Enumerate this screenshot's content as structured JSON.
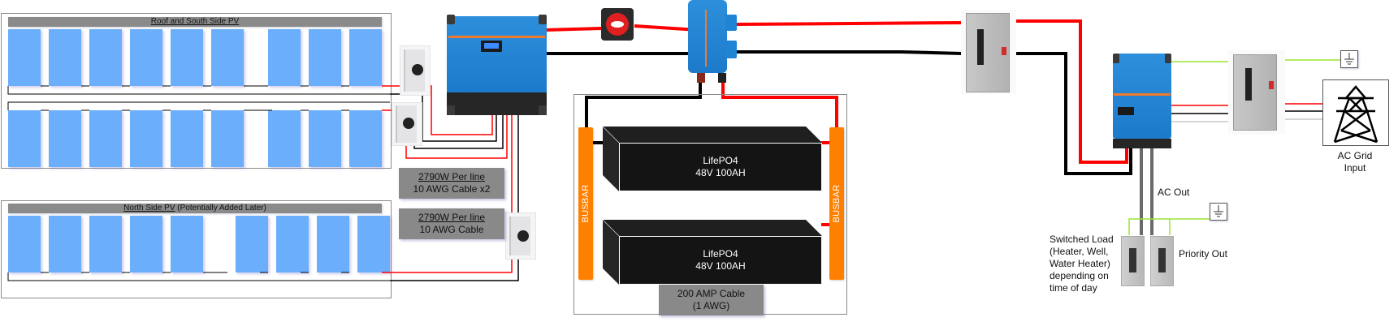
{
  "diagram": {
    "title": "Off-grid solar system wiring diagram",
    "pv_groups": [
      {
        "id": "roof-south",
        "title_underlined": "Roof and South Side PV",
        "title_suffix": "",
        "strings": 2,
        "panels_per_string": 9
      },
      {
        "id": "north",
        "title_underlined": "North Side PV",
        "title_suffix": " (Potentially Added Later)",
        "strings": 1,
        "panels_per_string": 9
      }
    ],
    "cable_labels": [
      {
        "line1": "2790W Per line",
        "line2": "10 AWG Cable x2"
      },
      {
        "line1": "2790W Per line",
        "line2": "10 AWG Cable"
      }
    ],
    "components": {
      "pv_disconnects": [
        "PV disconnect 1",
        "PV disconnect 2",
        "PV disconnect 3"
      ],
      "mppt_controller": "Victron SmartSolar MPPT",
      "battery_switch": "Battery disconnect switch",
      "lynx_shunt": "Victron battery shunt / fuse",
      "dc_disconnect": "DC safety disconnect",
      "inverter": "Victron MultiPlus inverter/charger",
      "ac_disconnect": "AC safety disconnect"
    },
    "busbars": [
      {
        "label": "BUSBAR"
      },
      {
        "label": "BUSBAR"
      }
    ],
    "batteries": [
      {
        "line1": "LifePO4",
        "line2": "48V 100AH"
      },
      {
        "line1": "LifePO4",
        "line2": "48V 100AH"
      }
    ],
    "battery_cable_label": {
      "line1": "200 AMP Cable",
      "line2": "(1 AWG)"
    },
    "ac": {
      "ac_out_label": "AC Out",
      "switched_load_label": [
        "Switched Load",
        "(Heater, Well,",
        "Water Heater)",
        "depending on",
        "time of day"
      ],
      "priority_out_label": "Priority Out",
      "grid_label": [
        "AC Grid",
        "Input"
      ]
    },
    "colors": {
      "panel": "#6aaefc",
      "positive_wire": "#ff0000",
      "negative_wire": "#000000",
      "ground_wire": "#99e62e",
      "neutral_wire": "#c8c8c8",
      "busbar": "#ff8000",
      "battery": "#141414",
      "label_box": "#898989",
      "victron_blue": "#2084d4"
    }
  }
}
